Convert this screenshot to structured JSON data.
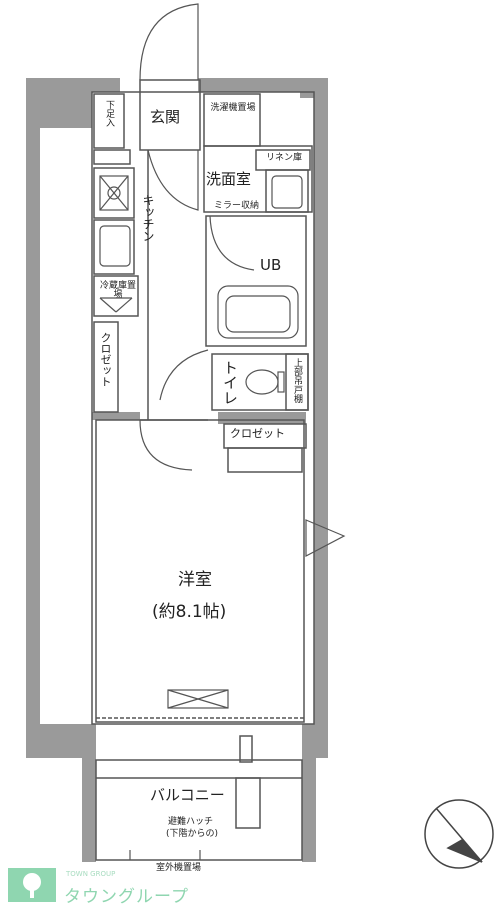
{
  "rooms": {
    "genkan": "玄関",
    "shitabako": "下足入",
    "sentakuki": "洗濯機置場",
    "senmenshitsu": "洗面室",
    "linen": "リネン庫",
    "mirror": "ミラー収納",
    "kitchen": "キッチン",
    "ub": "UB",
    "toilet": "トイレ",
    "toilet_storage": "上部吊戸棚",
    "reizouko": "冷蔵庫置場",
    "closet_left": "クロゼット",
    "closet_right": "クロゼット",
    "youshitsu": "洋室",
    "youshitsu_size": "(約8.1帖)",
    "balcony": "バルコニー",
    "balcony_note1": "避難ハッチ",
    "balcony_note2": "(下階からの)",
    "balcony_note3": "室外機置場"
  },
  "logo": {
    "name": "タウングループ",
    "subtitle": "TOWN GROUP"
  },
  "colors": {
    "wall": "#9a9a9a",
    "line": "#555555",
    "logo": "#8fd6b0"
  },
  "icons": [
    "door-swing-icon",
    "north-arrow-icon",
    "stove-icon",
    "sink-icon",
    "bathtub-icon",
    "toilet-icon"
  ]
}
